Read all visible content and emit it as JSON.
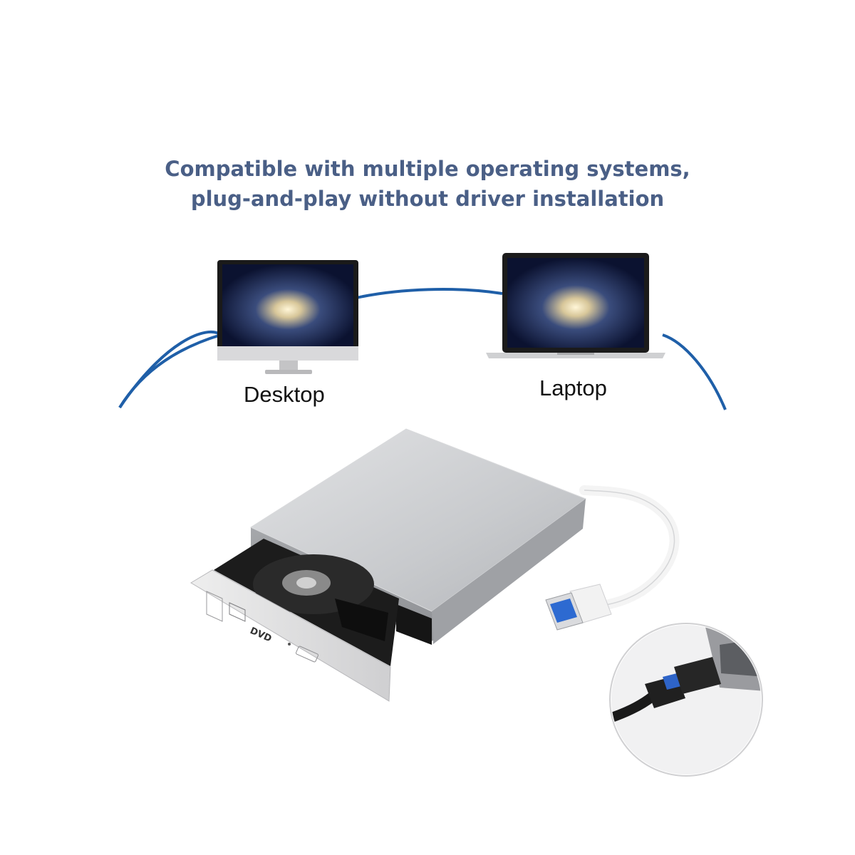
{
  "headline": {
    "line1": "Compatible with multiple operating systems,",
    "line2": "plug-and-play without driver installation",
    "color": "#4a5f86"
  },
  "devices": {
    "desktop_label": "Desktop",
    "laptop_label": "Laptop"
  },
  "drive": {
    "tray_labels": {
      "dvd": "DVD"
    },
    "body_color": "#c9cbce",
    "cable_color": "#f4f4f4",
    "connector": "usb-a"
  },
  "inset": {
    "description_icon": "usb-a-to-usb-c-adapter-icon"
  },
  "colors": {
    "arc": "#1f5fa8",
    "screen_bg": "#0d1530",
    "galaxy_glow": "#d8c79a"
  }
}
